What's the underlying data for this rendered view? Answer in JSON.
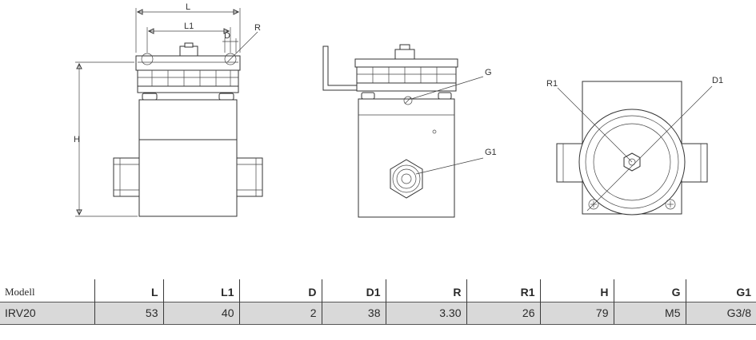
{
  "dimension_labels": {
    "L": "L",
    "L1": "L1",
    "D": "D",
    "R": "R",
    "H": "H",
    "G": "G",
    "G1": "G1",
    "R1": "R1",
    "D1": "D1"
  },
  "table": {
    "headers": [
      "Modell",
      "L",
      "L1",
      "D",
      "D1",
      "R",
      "R1",
      "H",
      "G",
      "G1"
    ],
    "rows": [
      [
        "IRV20",
        "53",
        "40",
        "2",
        "38",
        "3.30",
        "26",
        "79",
        "M5",
        "G3/8"
      ]
    ]
  },
  "colors": {
    "line": "#333333",
    "row_fill": "#d9d9d9"
  }
}
